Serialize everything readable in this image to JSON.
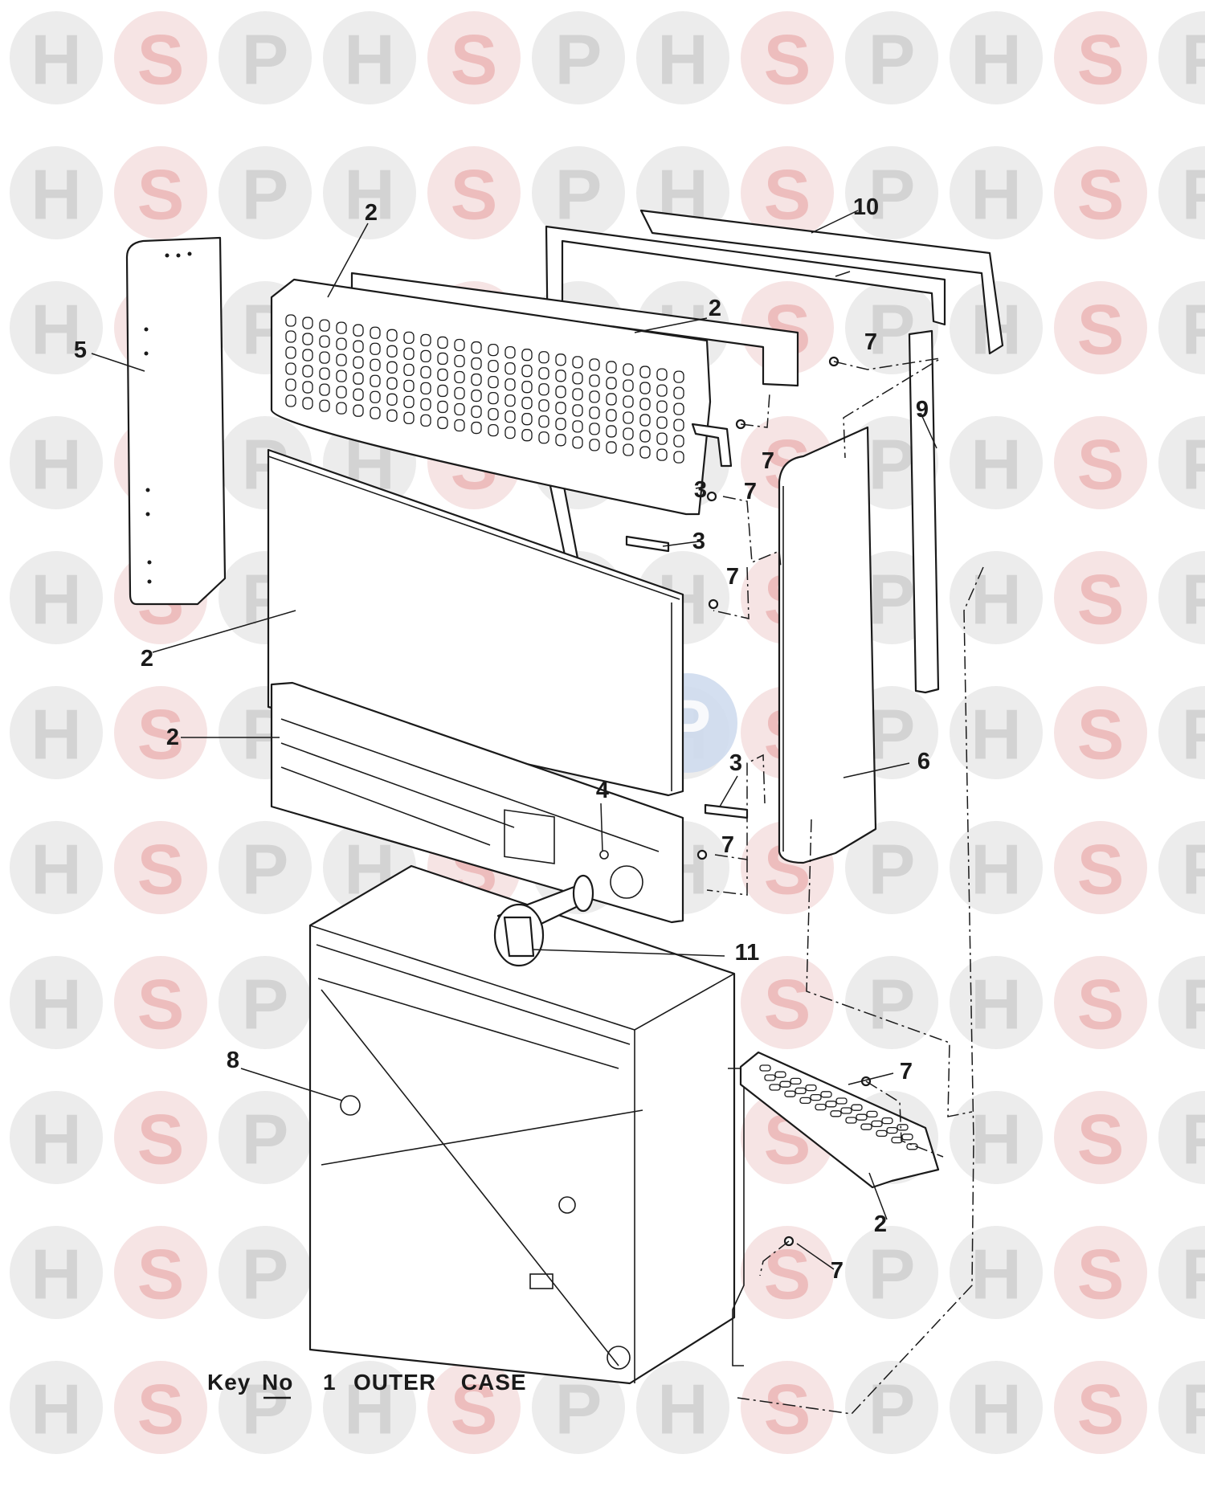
{
  "watermark": {
    "letters": [
      "H",
      "S",
      "P"
    ],
    "colors": {
      "circle_light": "#ececec",
      "circle_pink": "#f6e4e4",
      "letter_light": "#d3d3d3",
      "letter_pink": "#edbdbd"
    },
    "center_colors": [
      "#cfdbee",
      "#f0d0d0",
      "#cfdbee"
    ]
  },
  "diagram": {
    "caption": {
      "key_word": "Key",
      "number_sign": "No",
      "key_number": "1",
      "title": "OUTER CASE"
    },
    "callouts": {
      "top_grille": "2",
      "top_cover": "2",
      "front_panel": "2",
      "lower_front_panel": "2",
      "bottom_grille": "2",
      "clip_upper": "3",
      "clip_middle": "3",
      "clip_lower": "3",
      "control_hole": "4",
      "left_side_panel": "5",
      "right_side_panel": "6",
      "screw_top": "7",
      "screw_upper": "7",
      "screw_upper_mid": "7",
      "screw_mid": "7",
      "screw_lower_mid": "7",
      "screw_bottom_grille": "7",
      "screw_bottom": "7",
      "back_box_hole": "8",
      "rear_strip": "9",
      "top_seal": "10",
      "control_knob": "11"
    }
  }
}
